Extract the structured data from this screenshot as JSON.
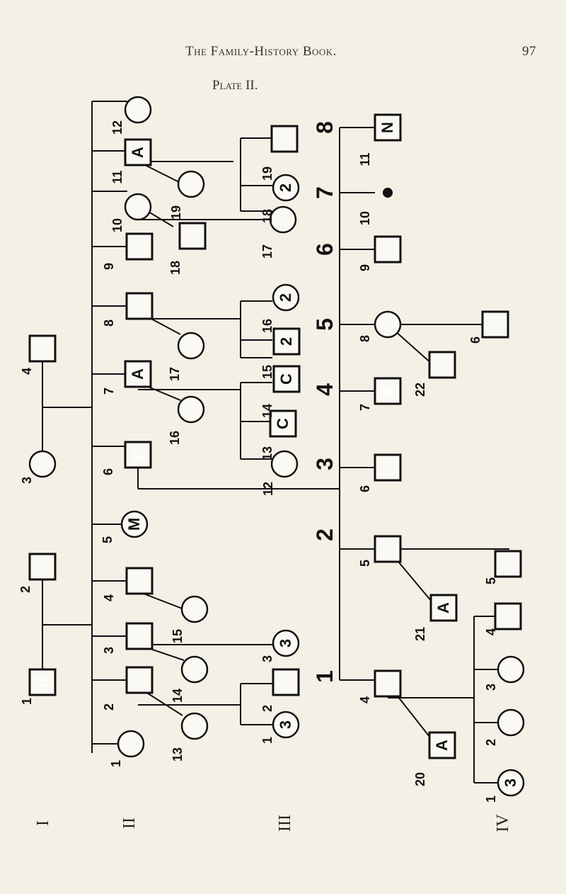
{
  "header": {
    "title": "The Family-History Book.",
    "page_number": "97"
  },
  "plate": "Plate II.",
  "generations": [
    "I",
    "II",
    "III",
    "IV"
  ],
  "gen_columns": [
    "1",
    "2",
    "3",
    "4",
    "5",
    "6",
    "7",
    "8"
  ],
  "individuals": [
    {
      "id": "I-1",
      "label": "1",
      "glyph": "H",
      "sex": "male",
      "filled": true
    },
    {
      "id": "I-2",
      "label": "2",
      "glyph": "",
      "sex": "male"
    },
    {
      "id": "I-3",
      "label": "3",
      "glyph": "",
      "sex": "female"
    },
    {
      "id": "I-4",
      "label": "4",
      "glyph": "",
      "sex": "male"
    },
    {
      "id": "II-1",
      "label": "1",
      "glyph": "",
      "sex": "female"
    },
    {
      "id": "II-2",
      "label": "2",
      "glyph": "",
      "sex": "male"
    },
    {
      "id": "II-3",
      "label": "3",
      "glyph": "",
      "sex": "male"
    },
    {
      "id": "II-4",
      "label": "4",
      "glyph": "",
      "sex": "male"
    },
    {
      "id": "II-5",
      "label": "5",
      "glyph": "M",
      "sex": "female"
    },
    {
      "id": "II-6",
      "label": "6",
      "glyph": "F",
      "sex": "male",
      "filled": true
    },
    {
      "id": "II-7",
      "label": "7",
      "glyph": "A",
      "sex": "male"
    },
    {
      "id": "II-8",
      "label": "8",
      "glyph": "",
      "sex": "male"
    },
    {
      "id": "II-9",
      "label": "9",
      "glyph": "",
      "sex": "male"
    },
    {
      "id": "II-10",
      "label": "10",
      "glyph": "",
      "sex": "female"
    },
    {
      "id": "II-11",
      "label": "11",
      "glyph": "A",
      "sex": "male"
    },
    {
      "id": "II-12",
      "label": "12",
      "glyph": "",
      "sex": "female"
    },
    {
      "id": "II-13",
      "label": "13",
      "glyph": "",
      "sex": "female"
    },
    {
      "id": "II-14",
      "label": "14",
      "glyph": "",
      "sex": "female"
    },
    {
      "id": "II-15",
      "label": "15",
      "glyph": "",
      "sex": "female"
    },
    {
      "id": "II-16",
      "label": "16",
      "glyph": "",
      "sex": "female"
    },
    {
      "id": "II-17",
      "label": "17",
      "glyph": "",
      "sex": "female"
    },
    {
      "id": "II-18",
      "label": "18",
      "glyph": "",
      "sex": "male"
    },
    {
      "id": "II-19",
      "label": "19",
      "glyph": "",
      "sex": "female"
    },
    {
      "id": "III-1",
      "label": "1",
      "glyph": "3",
      "sex": "female"
    },
    {
      "id": "III-2",
      "label": "2",
      "glyph": "",
      "sex": "male"
    },
    {
      "id": "III-3",
      "label": "3",
      "glyph": "3",
      "sex": "female"
    },
    {
      "id": "III-4",
      "label": "4",
      "glyph": "",
      "sex": "male"
    },
    {
      "id": "III-5",
      "label": "5",
      "glyph": "",
      "sex": "male"
    },
    {
      "id": "III-6",
      "label": "6",
      "glyph": "",
      "sex": "male"
    },
    {
      "id": "III-7",
      "label": "7",
      "glyph": "E",
      "sex": "male",
      "filled": true
    },
    {
      "id": "III-8",
      "label": "8",
      "glyph": "",
      "sex": "female"
    },
    {
      "id": "III-9",
      "label": "9",
      "glyph": "",
      "sex": "male"
    },
    {
      "id": "III-10",
      "label": "10",
      "glyph": "",
      "sex": "dot"
    },
    {
      "id": "III-11",
      "label": "11",
      "glyph": "N",
      "sex": "male"
    },
    {
      "id": "III-12",
      "label": "12",
      "glyph": "",
      "sex": "female"
    },
    {
      "id": "III-13",
      "label": "13",
      "glyph": "C",
      "sex": "male"
    },
    {
      "id": "III-14",
      "label": "14",
      "glyph": "C",
      "sex": "male"
    },
    {
      "id": "III-15",
      "label": "15",
      "glyph": "2",
      "sex": "male"
    },
    {
      "id": "III-16",
      "label": "16",
      "glyph": "2",
      "sex": "female"
    },
    {
      "id": "III-17",
      "label": "17",
      "glyph": "",
      "sex": "female"
    },
    {
      "id": "III-18",
      "label": "18",
      "glyph": "2",
      "sex": "female"
    },
    {
      "id": "III-19",
      "label": "19",
      "glyph": "",
      "sex": "male"
    },
    {
      "id": "III-20",
      "label": "20",
      "glyph": "A",
      "sex": "male"
    },
    {
      "id": "III-21",
      "label": "21",
      "glyph": "A",
      "sex": "male"
    },
    {
      "id": "III-22",
      "label": "22",
      "glyph": "",
      "sex": "male"
    },
    {
      "id": "IV-1",
      "label": "1",
      "glyph": "3",
      "sex": "female"
    },
    {
      "id": "IV-2",
      "label": "2",
      "glyph": "",
      "sex": "female"
    },
    {
      "id": "IV-3",
      "label": "3",
      "glyph": "",
      "sex": "female"
    },
    {
      "id": "IV-4",
      "label": "4",
      "glyph": "",
      "sex": "male"
    },
    {
      "id": "IV-5",
      "label": "5",
      "glyph": "",
      "sex": "male"
    },
    {
      "id": "IV-6",
      "label": "6",
      "glyph": "",
      "sex": "male"
    }
  ]
}
